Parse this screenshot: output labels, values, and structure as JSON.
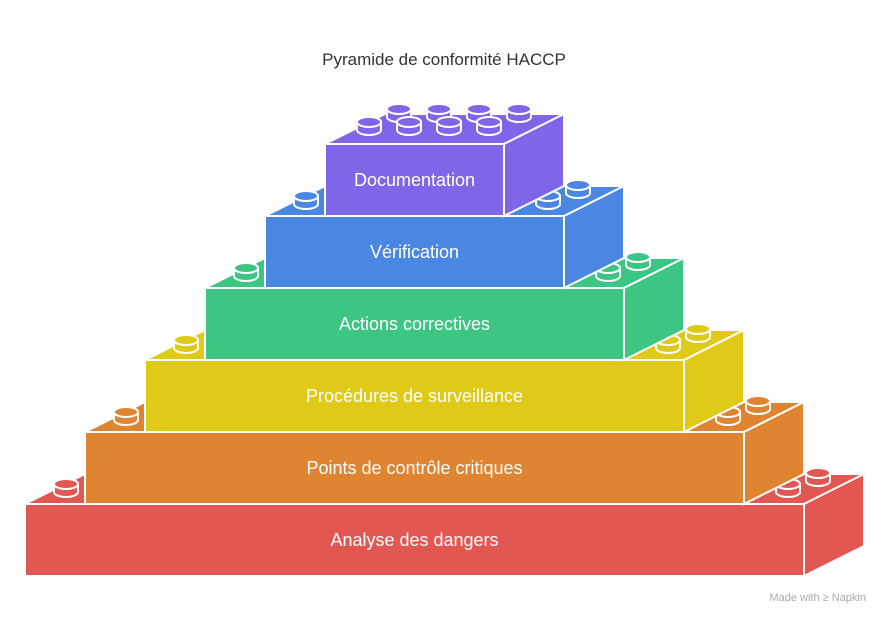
{
  "title": "Pyramide de conformité HACCP",
  "layers": [
    {
      "label": "Analyse des dangers",
      "color": "#E35753"
    },
    {
      "label": "Points de contrôle critiques",
      "color": "#DF8430"
    },
    {
      "label": "Procédures de surveillance",
      "color": "#DFCA17"
    },
    {
      "label": "Actions correctives",
      "color": "#3DC583"
    },
    {
      "label": "Vérification",
      "color": "#4A87E3"
    },
    {
      "label": "Documentation",
      "color": "#7F66E8"
    }
  ],
  "footer": {
    "text": "Made with",
    "brand": "Napkin"
  }
}
